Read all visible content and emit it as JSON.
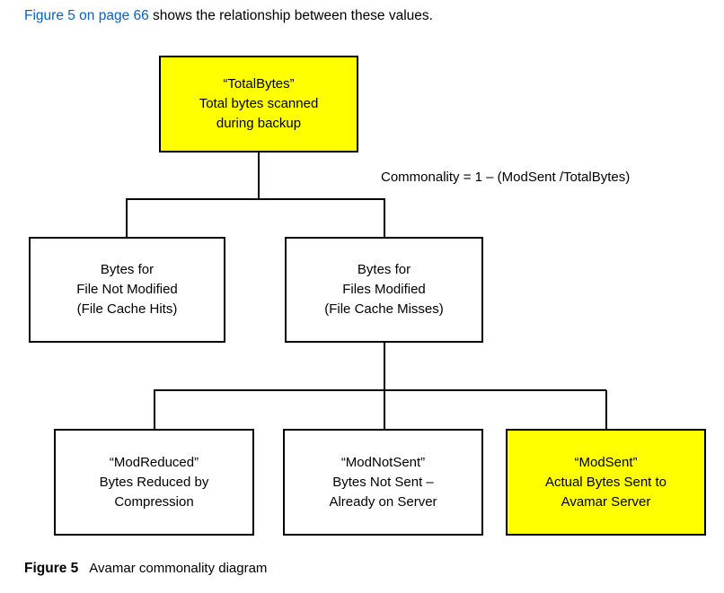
{
  "intro": {
    "link": "Figure 5 on page 66",
    "text": " shows the relationship between these values."
  },
  "annotation": "Commonality = 1 – (ModSent /TotalBytes)",
  "nodes": {
    "totalbytes": {
      "line1": "“TotalBytes”",
      "line2": "Total bytes scanned",
      "line3": "during backup"
    },
    "not_modified": {
      "line1": "Bytes for",
      "line2": "File Not Modified",
      "line3": "(File Cache Hits)"
    },
    "modified": {
      "line1": "Bytes for",
      "line2": "Files Modified",
      "line3": "(File Cache Misses)"
    },
    "modreduced": {
      "line1": "“ModReduced”",
      "line2": "Bytes Reduced by",
      "line3": "Compression"
    },
    "modnotsent": {
      "line1": "“ModNotSent”",
      "line2": "Bytes Not Sent –",
      "line3": "Already on Server"
    },
    "modsent": {
      "line1": "“ModSent”",
      "line2": "Actual Bytes Sent to",
      "line3": "Avamar Server"
    }
  },
  "caption": {
    "label": "Figure 5",
    "text": "Avamar commonality diagram"
  },
  "colors": {
    "highlight": "#FFFF00",
    "link": "#0563C1",
    "border": "#000000",
    "background": "#FFFFFF"
  }
}
